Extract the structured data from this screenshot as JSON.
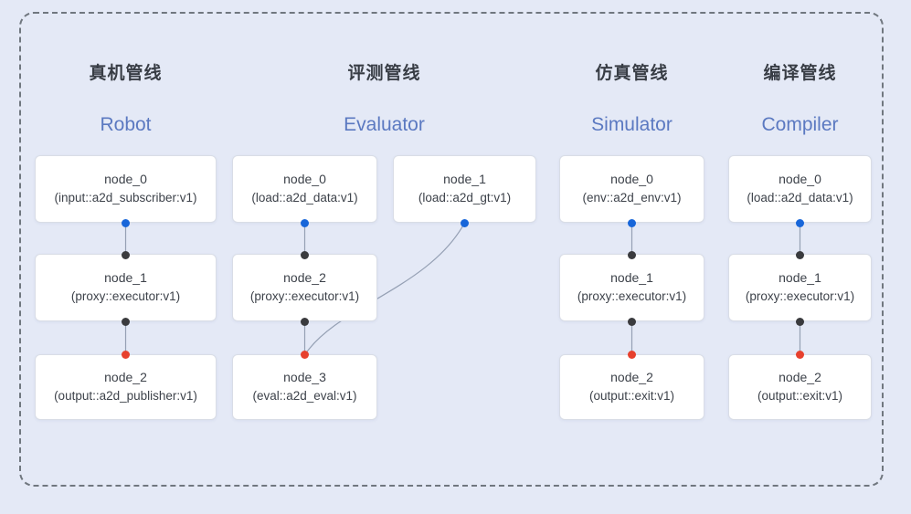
{
  "palette": {
    "background": "#e4e9f6",
    "boundary_dash": "#70777f",
    "node_background": "#ffffff",
    "node_border": "#d9dde6",
    "cn_title_color": "#383d45",
    "en_title_color": "#5b79c1",
    "node_text_color": "#3d424a",
    "connector_color": "#95a0b4",
    "port_out_color": "#1866d9",
    "port_in_color": "#3a3b3e",
    "port_final_color": "#e7402d"
  },
  "pipelines": [
    {
      "id": "robot",
      "title_cn": "真机管线",
      "title_en": "Robot",
      "nodes": [
        {
          "name": "node_0",
          "type": "(input::a2d_subscriber:v1)"
        },
        {
          "name": "node_1",
          "type": "(proxy::executor:v1)"
        },
        {
          "name": "node_2",
          "type": "(output::a2d_publisher:v1)"
        }
      ]
    },
    {
      "id": "evaluator",
      "title_cn": "评测管线",
      "title_en": "Evaluator",
      "nodes": [
        {
          "name": "node_0",
          "type": "(load::a2d_data:v1)"
        },
        {
          "name": "node_1",
          "type": "(load::a2d_gt:v1)"
        },
        {
          "name": "node_2",
          "type": "(proxy::executor:v1)"
        },
        {
          "name": "node_3",
          "type": "(eval::a2d_eval:v1)"
        }
      ]
    },
    {
      "id": "simulator",
      "title_cn": "仿真管线",
      "title_en": "Simulator",
      "nodes": [
        {
          "name": "node_0",
          "type": "(env::a2d_env:v1)"
        },
        {
          "name": "node_1",
          "type": "(proxy::executor:v1)"
        },
        {
          "name": "node_2",
          "type": "(output::exit:v1)"
        }
      ]
    },
    {
      "id": "compiler",
      "title_cn": "编译管线",
      "title_en": "Compiler",
      "nodes": [
        {
          "name": "node_0",
          "type": "(load::a2d_data:v1)"
        },
        {
          "name": "node_1",
          "type": "(proxy::executor:v1)"
        },
        {
          "name": "node_2",
          "type": "(output::exit:v1)"
        }
      ]
    }
  ]
}
